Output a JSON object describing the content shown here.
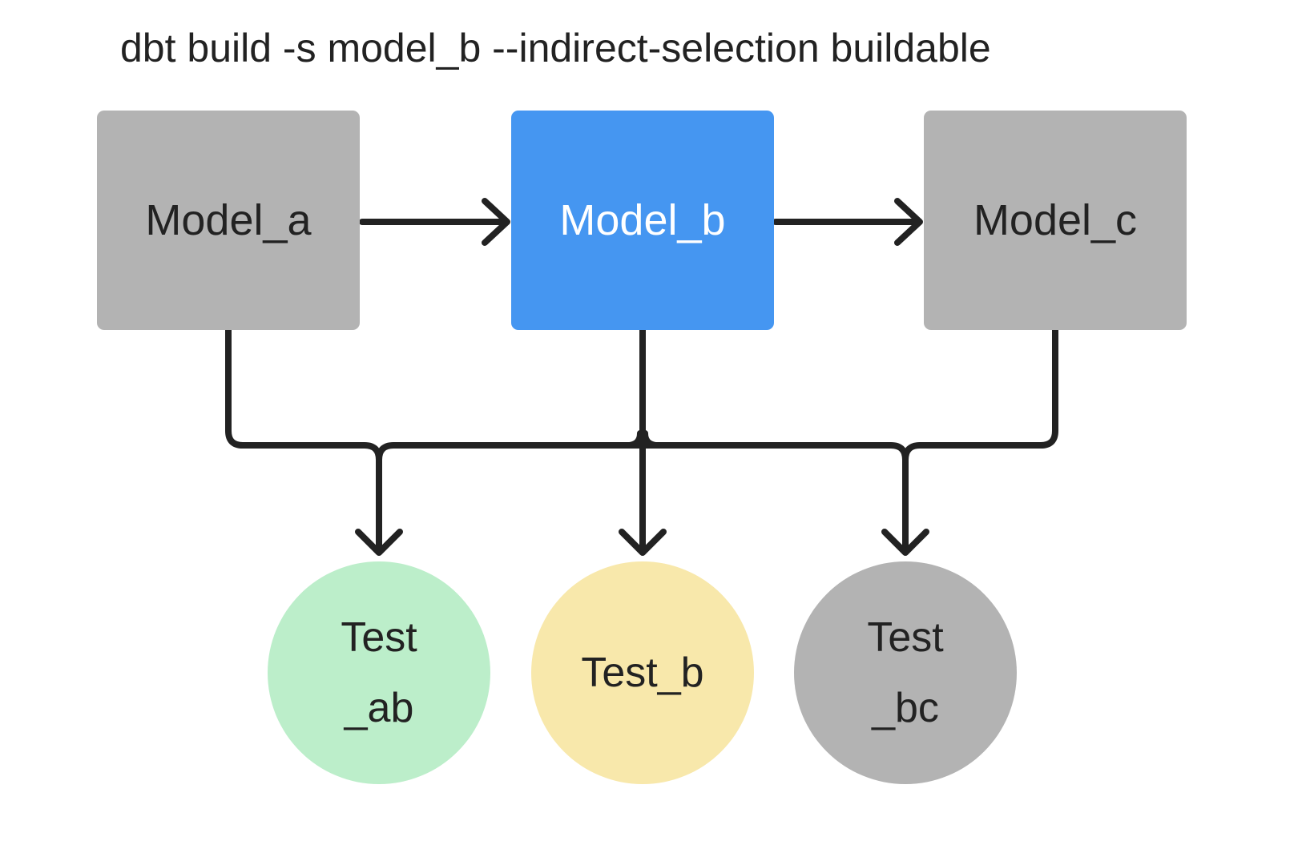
{
  "title": "dbt build -s model_b --indirect-selection buildable",
  "colors": {
    "background": "#ffffff",
    "connector": "#222222",
    "selected_model_blue": "#4596f1",
    "unselected_gray": "#b3b3b3",
    "test_green": "#bceeca",
    "test_yellow": "#f8e8ab",
    "text_dark": "#222222",
    "text_light": "#ffffff"
  },
  "models": [
    {
      "id": "model_a",
      "label": "Model_a",
      "fill": "#b3b3b3",
      "text": "#222222"
    },
    {
      "id": "model_b",
      "label": "Model_b",
      "fill": "#4596f1",
      "text": "#ffffff"
    },
    {
      "id": "model_c",
      "label": "Model_c",
      "fill": "#b3b3b3",
      "text": "#222222"
    }
  ],
  "tests": [
    {
      "id": "test_ab",
      "line1": "Test",
      "line2": "_ab",
      "fill": "#bceeca",
      "text": "#222222"
    },
    {
      "id": "test_b",
      "line1": "Test_b",
      "line2": "",
      "fill": "#f8e8ab",
      "text": "#222222"
    },
    {
      "id": "test_bc",
      "line1": "Test",
      "line2": "_bc",
      "fill": "#b3b3b3",
      "text": "#222222"
    }
  ],
  "edges": [
    {
      "from": "Model_a",
      "to": "Model_b"
    },
    {
      "from": "Model_b",
      "to": "Model_c"
    },
    {
      "from": "Model_a",
      "to": "Test_ab"
    },
    {
      "from": "Model_b",
      "to": "Test_ab"
    },
    {
      "from": "Model_b",
      "to": "Test_b"
    },
    {
      "from": "Model_b",
      "to": "Test_bc"
    },
    {
      "from": "Model_c",
      "to": "Test_bc"
    }
  ]
}
